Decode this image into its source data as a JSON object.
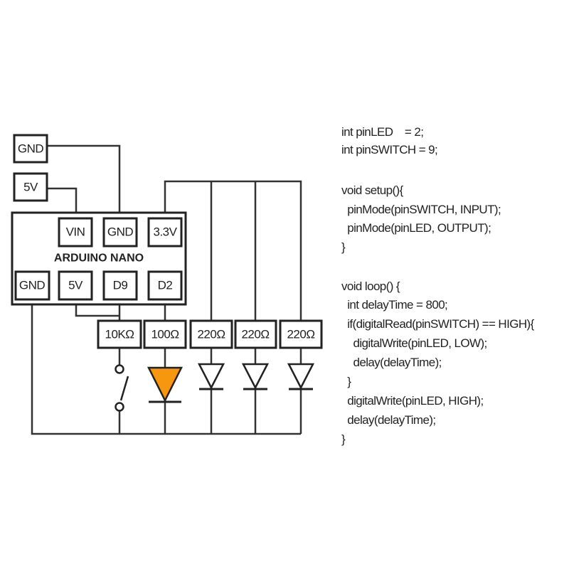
{
  "diagram": {
    "title": "ARDUINO NANO",
    "external_labels": {
      "gnd": "GND",
      "v5": "5V"
    },
    "top_pins": [
      "VIN",
      "GND",
      "3.3V"
    ],
    "bottom_pins": [
      "GND",
      "5V",
      "D9",
      "D2"
    ],
    "resistors": [
      "10KΩ",
      "100Ω",
      "220Ω",
      "220Ω",
      "220Ω"
    ],
    "colors": {
      "led_active": "#F7960F",
      "line": "#222222"
    }
  },
  "code": {
    "lines": [
      "int pinLED    = 2;",
      "int pinSWITCH = 9;",
      "",
      "void setup(){",
      "  pinMode(pinSWITCH, INPUT);",
      "  pinMode(pinLED, OUTPUT);",
      "}",
      "",
      "void loop() {",
      "  int delayTime = 800;",
      "  if(digitalRead(pinSWITCH) == HIGH){",
      "    digitalWrite(pinLED, LOW);",
      "    delay(delayTime);",
      "  }",
      "  digitalWrite(pinLED, HIGH);",
      "  delay(delayTime);",
      "}"
    ]
  }
}
